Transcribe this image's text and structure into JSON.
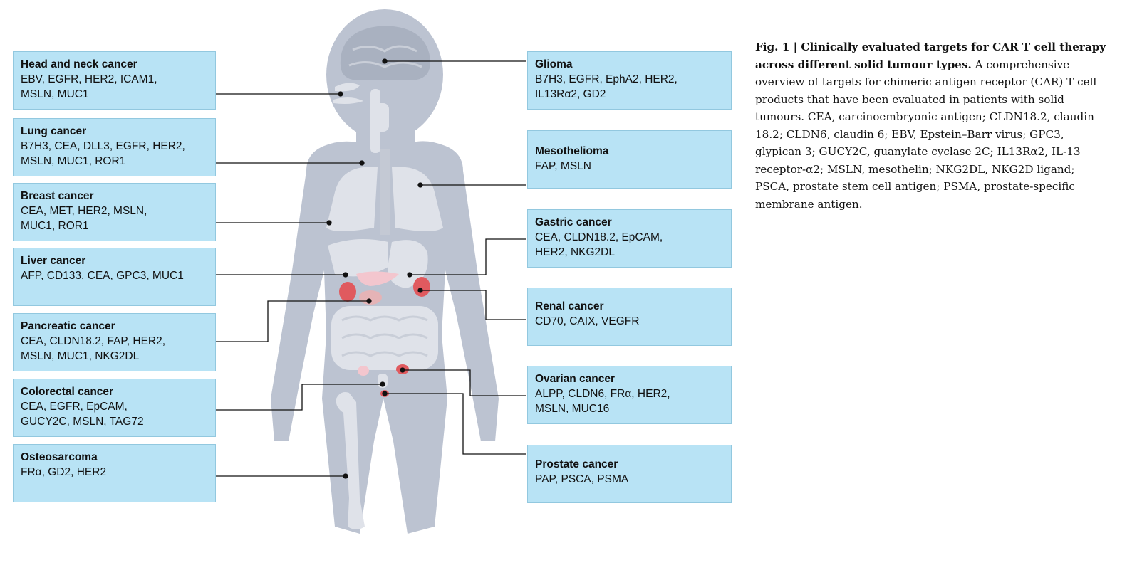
{
  "figure": {
    "caption_title": "Fig. 1 | Clinically evaluated targets for CAR T cell therapy across different solid tumour types.",
    "caption_text": "A comprehensive overview of targets for chimeric antigen receptor (CAR) T cell products that have been evaluated in patients with solid tumours. CEA, carcinoembryonic antigen; CLDN18.2, claudin 18.2; CLDN6, claudin 6; EBV, Epstein–Barr virus; GPC3, glypican 3; GUCY2C, guanylate cyclase 2C; IL13Rα2, IL-13 receptor-α2; MSLN, mesothelin; NKG2DL, NKG2D ligand; PSCA, prostate stem cell antigen; PSMA, prostate-specific membrane antigen."
  },
  "left_boxes": [
    {
      "title": "Head and neck cancer",
      "targets": [
        "EBV, EGFR, HER2, ICAM1,",
        "MSLN, MUC1"
      ]
    },
    {
      "title": "Lung cancer",
      "targets": [
        "B7H3, CEA, DLL3, EGFR, HER2,",
        "MSLN, MUC1, ROR1"
      ]
    },
    {
      "title": "Breast cancer",
      "targets": [
        "CEA, MET, HER2, MSLN,",
        "MUC1, ROR1"
      ]
    },
    {
      "title": "Liver cancer",
      "targets": [
        "AFP, CD133, CEA, GPC3, MUC1"
      ]
    },
    {
      "title": "Pancreatic cancer",
      "targets": [
        "CEA, CLDN18.2, FAP, HER2,",
        "MSLN, MUC1, NKG2DL"
      ]
    },
    {
      "title": "Colorectal cancer",
      "targets": [
        "CEA, EGFR, EpCAM,",
        "GUCY2C, MSLN, TAG72"
      ]
    },
    {
      "title": "Osteosarcoma",
      "targets": [
        "FRα, GD2, HER2"
      ]
    }
  ],
  "right_boxes": [
    {
      "title": "Glioma",
      "targets": [
        "B7H3, EGFR, EphA2, HER2,",
        "IL13Rα2, GD2"
      ]
    },
    {
      "title": "Mesothelioma",
      "targets": [
        "FAP, MSLN"
      ]
    },
    {
      "title": "Gastric cancer",
      "targets": [
        "CEA, CLDN18.2, EpCAM,",
        "HER2, NKG2DL"
      ]
    },
    {
      "title": "Renal cancer",
      "targets": [
        "CD70, CAIX, VEGFR"
      ]
    },
    {
      "title": "Ovarian cancer",
      "targets": [
        "ALPP, CLDN6, FRα, HER2,",
        "MSLN, MUC16"
      ]
    },
    {
      "title": "Prostate cancer",
      "targets": [
        "PAP, PSCA, PSMA"
      ]
    }
  ],
  "colors": {
    "box_fill": "#b8e3f5",
    "body_silhouette": "#bcc3d1",
    "organ": "#dfe2e9",
    "tumour": "#e05a5f",
    "leader_line": "#111111"
  }
}
